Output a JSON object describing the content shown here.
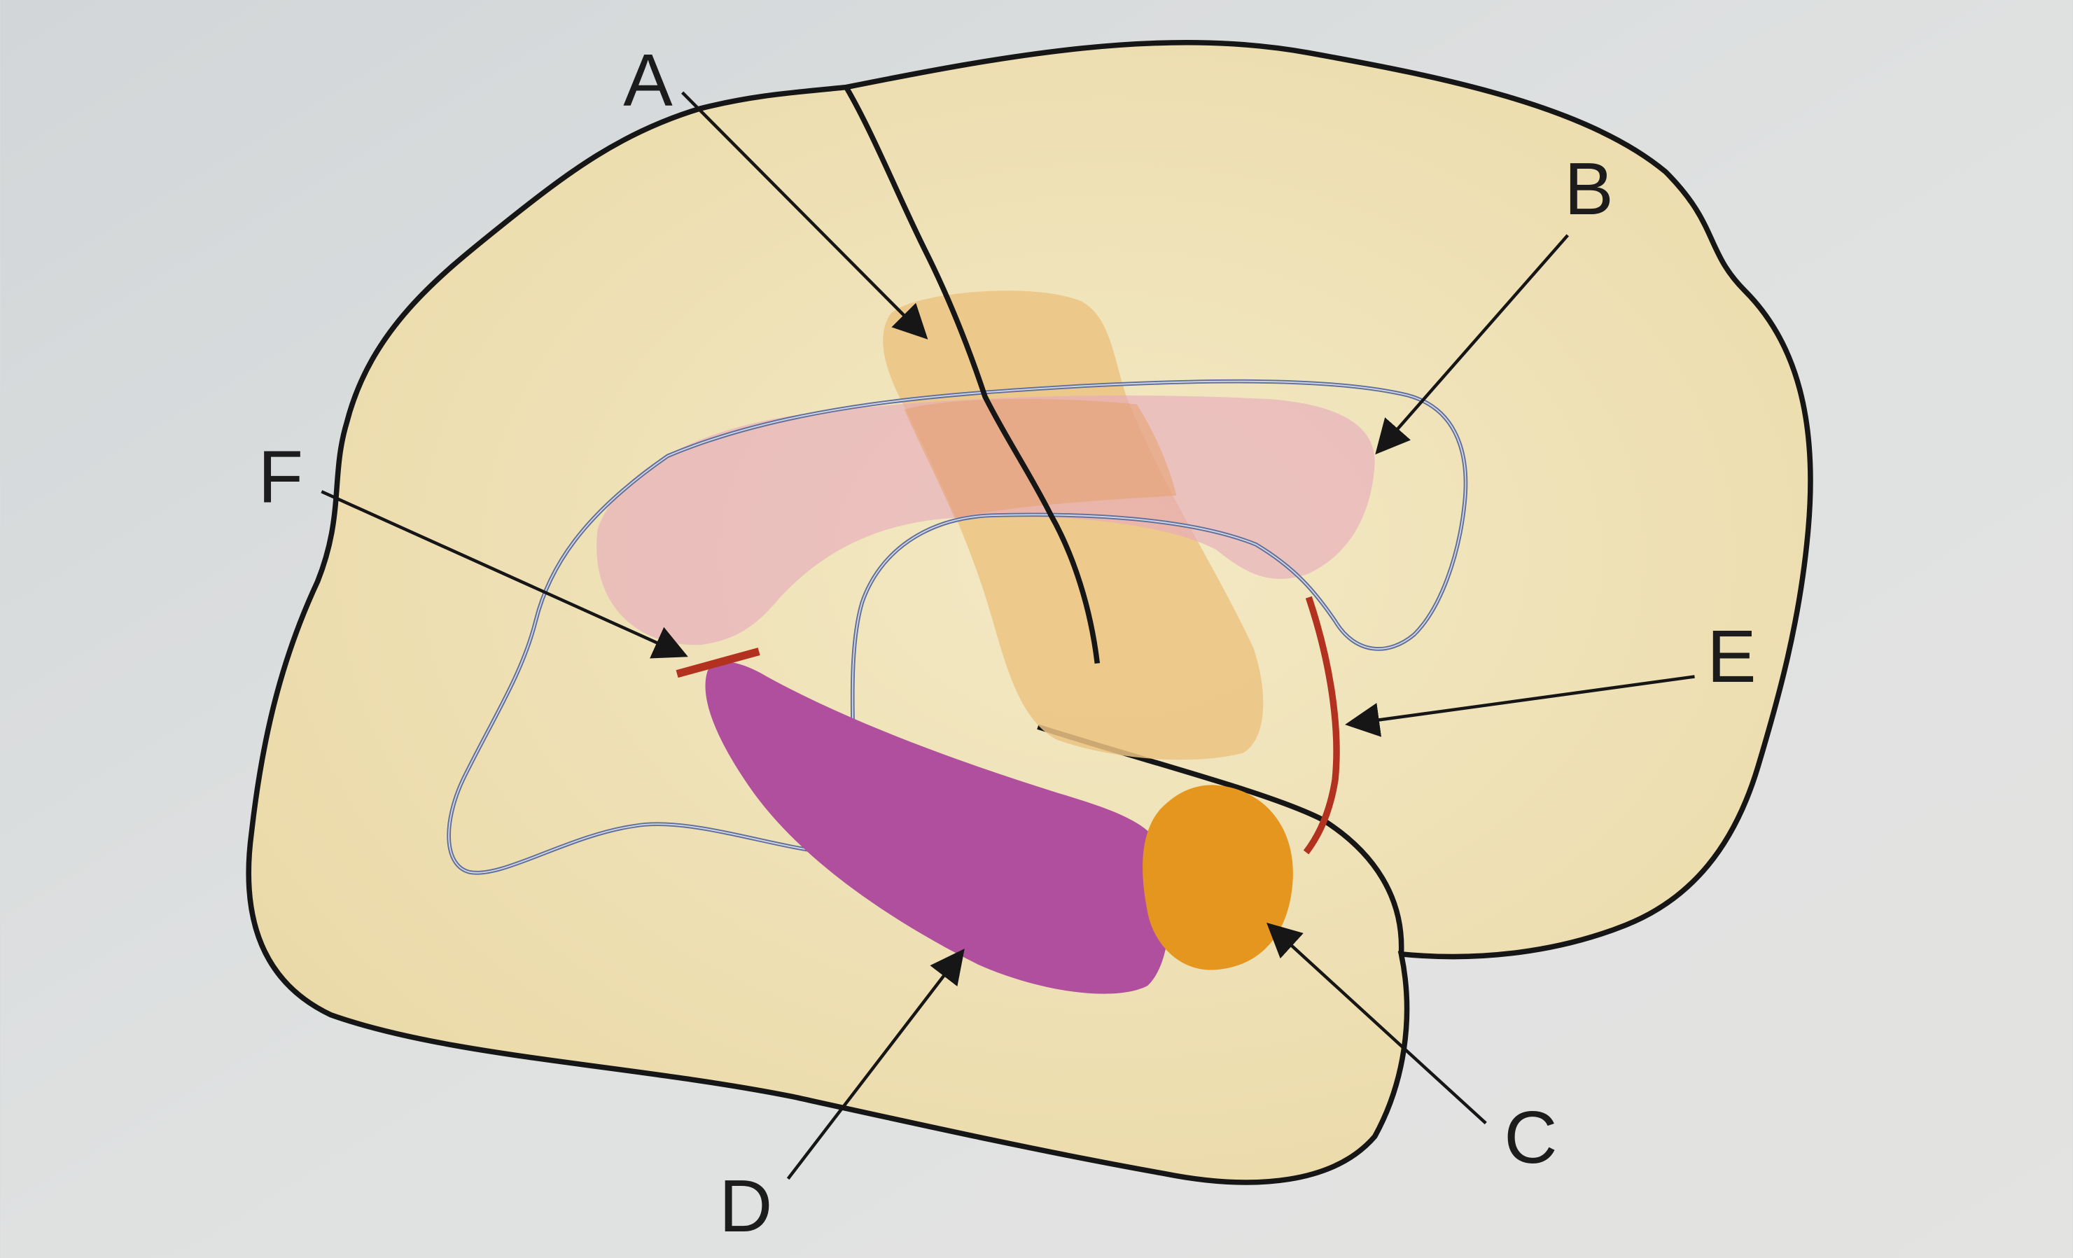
{
  "labels": {
    "a": "A",
    "b": "B",
    "c": "C",
    "d": "D",
    "e": "E",
    "f": "F"
  },
  "colors": {
    "background": "#d9dcdd",
    "brain_fill": "#efe1b2",
    "outline": "#161616",
    "region_a": "#ecc383",
    "region_b": "#e6a9bd",
    "region_c": "#e4961f",
    "region_d": "#b04f9e",
    "ventricle_outline": "#5f6e9a",
    "marker_red": "#b3321f"
  }
}
